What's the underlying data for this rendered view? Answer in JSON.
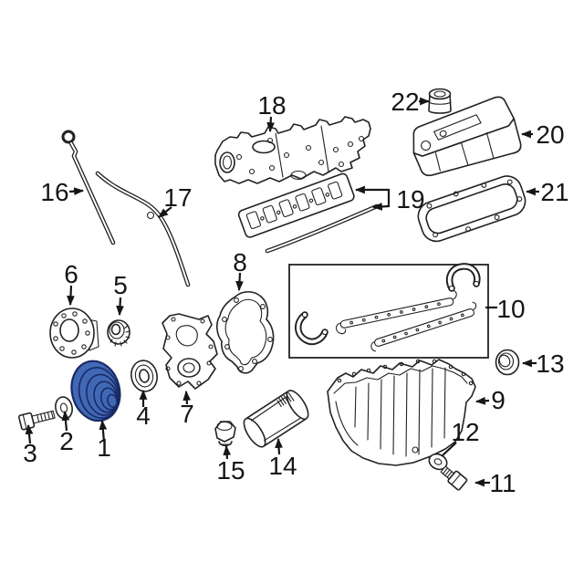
{
  "diagram": {
    "background": "#ffffff",
    "line_color": "#222222",
    "highlight_fill": "#4068b5",
    "highlight_stroke": "#1a2a66",
    "callouts": [
      {
        "label": "1"
      },
      {
        "label": "2"
      },
      {
        "label": "3"
      },
      {
        "label": "4"
      },
      {
        "label": "5"
      },
      {
        "label": "6"
      },
      {
        "label": "7"
      },
      {
        "label": "8"
      },
      {
        "label": "9"
      },
      {
        "label": "10"
      },
      {
        "label": "11"
      },
      {
        "label": "12"
      },
      {
        "label": "13"
      },
      {
        "label": "14"
      },
      {
        "label": "15"
      },
      {
        "label": "16"
      },
      {
        "label": "17"
      },
      {
        "label": "18"
      },
      {
        "label": "19"
      },
      {
        "label": "20"
      },
      {
        "label": "21"
      },
      {
        "label": "22"
      }
    ]
  }
}
